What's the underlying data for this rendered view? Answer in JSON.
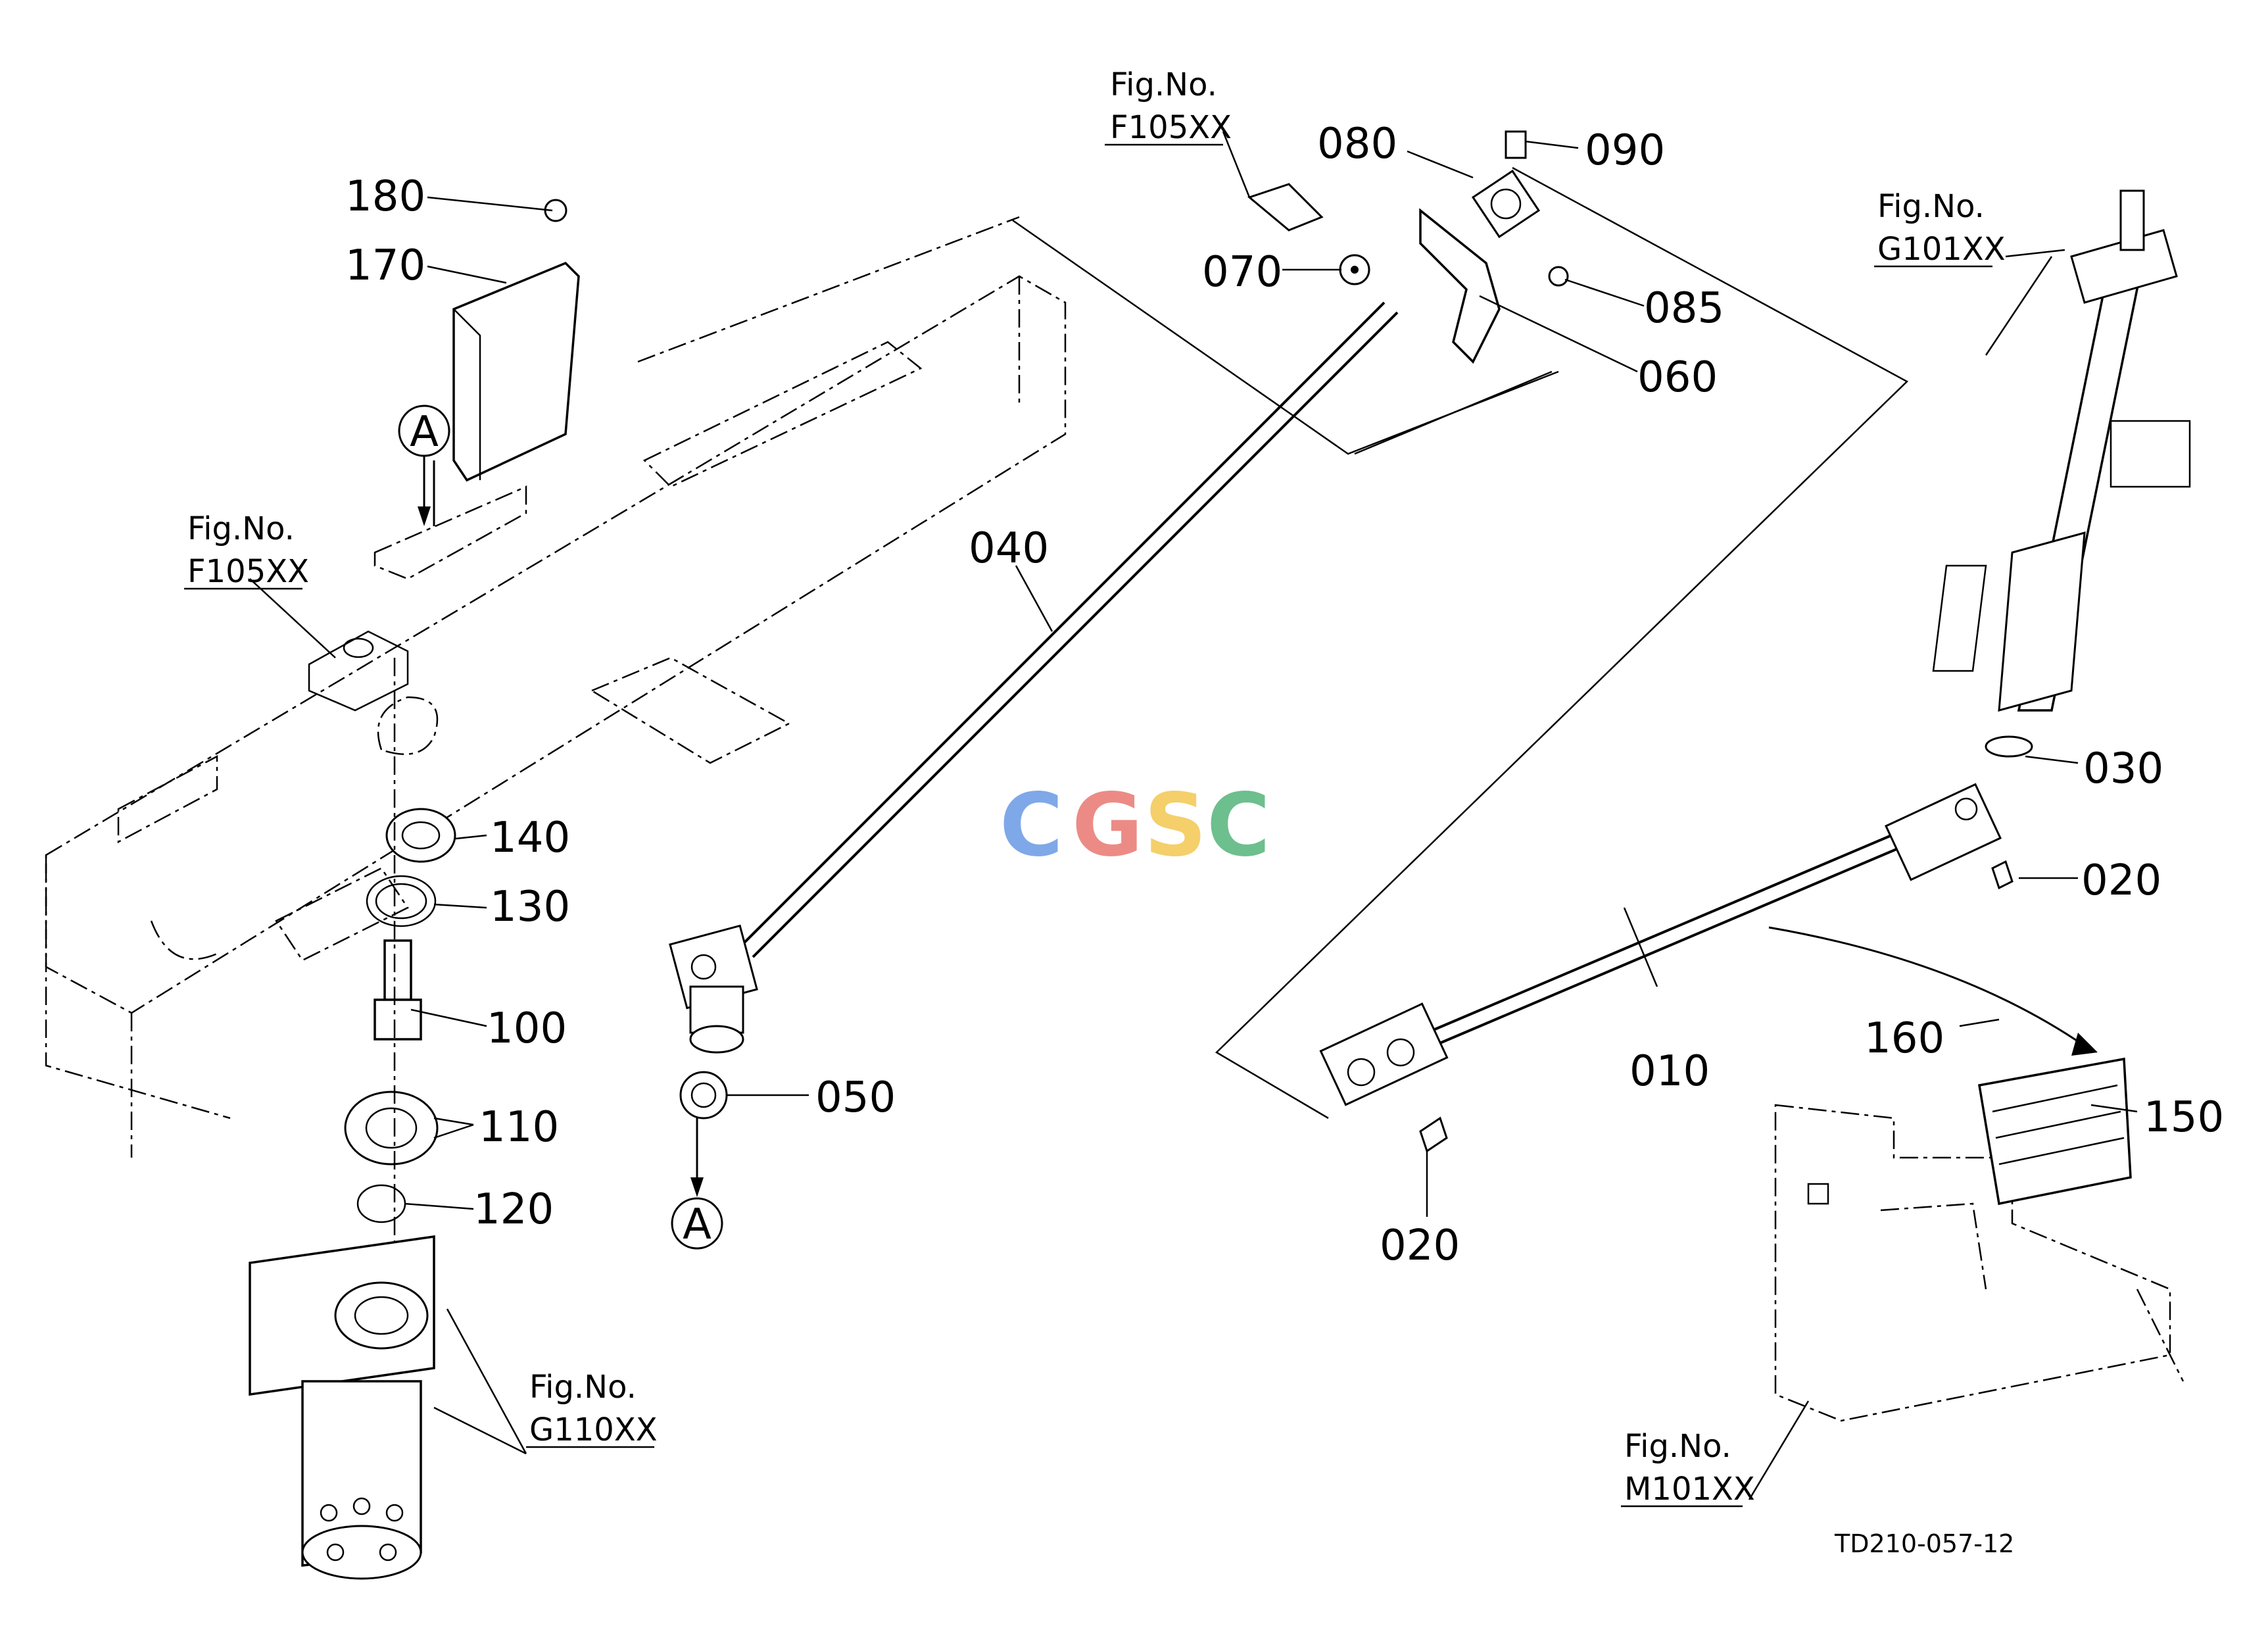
{
  "diagram": {
    "drawing_code": "TD210-057-12",
    "watermark": {
      "letters": [
        {
          "char": "C",
          "color": "#7fa8e8"
        },
        {
          "char": "G",
          "color": "#ec8b86"
        },
        {
          "char": "S",
          "color": "#f4cf6a"
        },
        {
          "char": "C",
          "color": "#6dbf8e"
        }
      ]
    },
    "callout_letter": "A",
    "fig_refs": [
      {
        "prefix": "Fig.No.",
        "code": "F105XX"
      },
      {
        "prefix": "Fig.No.",
        "code": "F105XX"
      },
      {
        "prefix": "Fig.No.",
        "code": "G101XX"
      },
      {
        "prefix": "Fig.No.",
        "code": "G110XX"
      },
      {
        "prefix": "Fig.No.",
        "code": "M101XX"
      }
    ],
    "part_labels": [
      "180",
      "170",
      "140",
      "130",
      "100",
      "110",
      "120",
      "040",
      "050",
      "080",
      "090",
      "070",
      "085",
      "060",
      "030",
      "020",
      "010",
      "020",
      "160",
      "150"
    ]
  }
}
